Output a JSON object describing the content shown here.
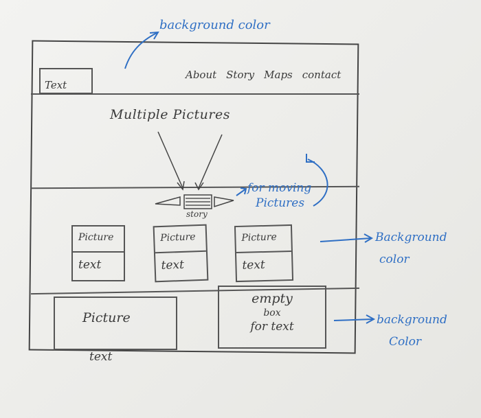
{
  "header": {
    "logo_text": "Text",
    "nav": [
      "About",
      "Story",
      "Maps",
      "contact"
    ]
  },
  "hero": {
    "label": "Multiple Pictures"
  },
  "story": {
    "label": "story"
  },
  "cards": [
    {
      "picture": "Picture",
      "text": "text"
    },
    {
      "picture": "Picture",
      "text": "text"
    },
    {
      "picture": "Picture",
      "text": "text"
    }
  ],
  "bottom": {
    "picture": "Picture",
    "caption": "text",
    "empty_box": {
      "line1": "empty",
      "line2": "box",
      "line3": "for text"
    }
  },
  "annotations": {
    "top": "background color",
    "moving_line1": "for moving",
    "moving_line2": "Pictures",
    "right_mid_line1": "Background",
    "right_mid_line2": "color",
    "right_bottom_line1": "background",
    "right_bottom_line2": "Color"
  },
  "colors": {
    "ink": "#3a3a3a",
    "annotation": "#2f6fc4",
    "paper": "#efefec"
  }
}
